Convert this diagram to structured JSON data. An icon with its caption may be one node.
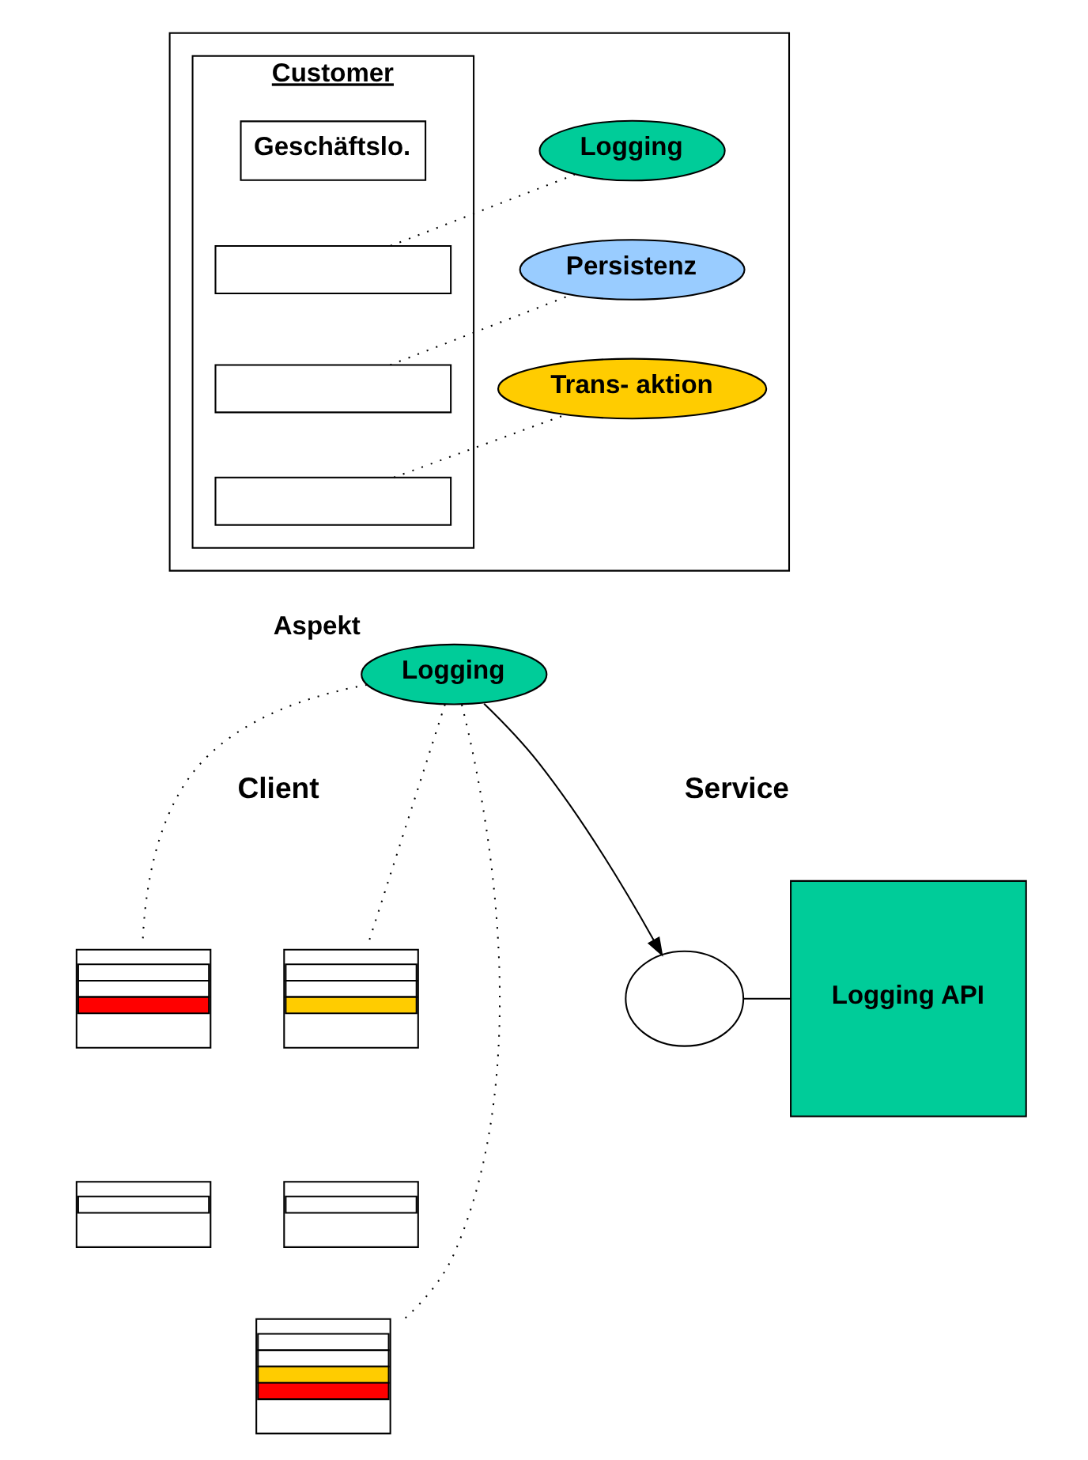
{
  "diagram": {
    "nodes": [
      {
        "text": [],
        "shape": "box"
      },
      {
        "text": [
          "Customer"
        ],
        "in": 0
      },
      {
        "text": [
          "Geschäftslo."
        ],
        "in": 1
      },
      {
        "text": [],
        "shape": "box",
        "in": 1
      },
      {
        "text": [],
        "shape": "box",
        "in": 1
      },
      {
        "text": [],
        "shape": "box",
        "in": 1
      },
      {
        "text": [
          "Logging"
        ],
        "in": 0
      },
      {
        "text": [
          "Persistenz"
        ],
        "in": 0
      },
      {
        "text": [
          "Trans- aktion"
        ],
        "in": 0
      },
      {
        "text": [
          "Logging"
        ],
        "beside": [
          "Aspekt"
        ]
      },
      {
        "text": [],
        "shape": "box"
      },
      {
        "text": [],
        "shape": "box"
      },
      {
        "text": [],
        "shape": "box"
      },
      {
        "text": [],
        "shape": "box"
      },
      {
        "text": [],
        "shape": "box"
      },
      {
        "text": [],
        "shape": "circle"
      },
      {
        "text": [
          "Logging API"
        ]
      }
    ],
    "edges": [
      {
        "from": 3,
        "to": 6,
        "arrow": "none",
        "style": "dashed"
      },
      {
        "from": 4,
        "to": 7,
        "arrow": "none",
        "style": "dashed"
      },
      {
        "from": 5,
        "to": 8,
        "arrow": "none",
        "style": "dashed"
      },
      {
        "from": 9,
        "to": 10,
        "arrow": "none",
        "style": "dashed"
      },
      {
        "from": 9,
        "to": 11,
        "arrow": "none",
        "style": "dashed"
      },
      {
        "from": 9,
        "to": 14,
        "arrow": "none",
        "style": "dashed"
      },
      {
        "from": 9,
        "to": 15,
        "arrow": "to"
      },
      {
        "from": 15,
        "to": 16,
        "arrow": "none"
      }
    ],
    "labels": [
      "Client",
      "Service"
    ]
  }
}
